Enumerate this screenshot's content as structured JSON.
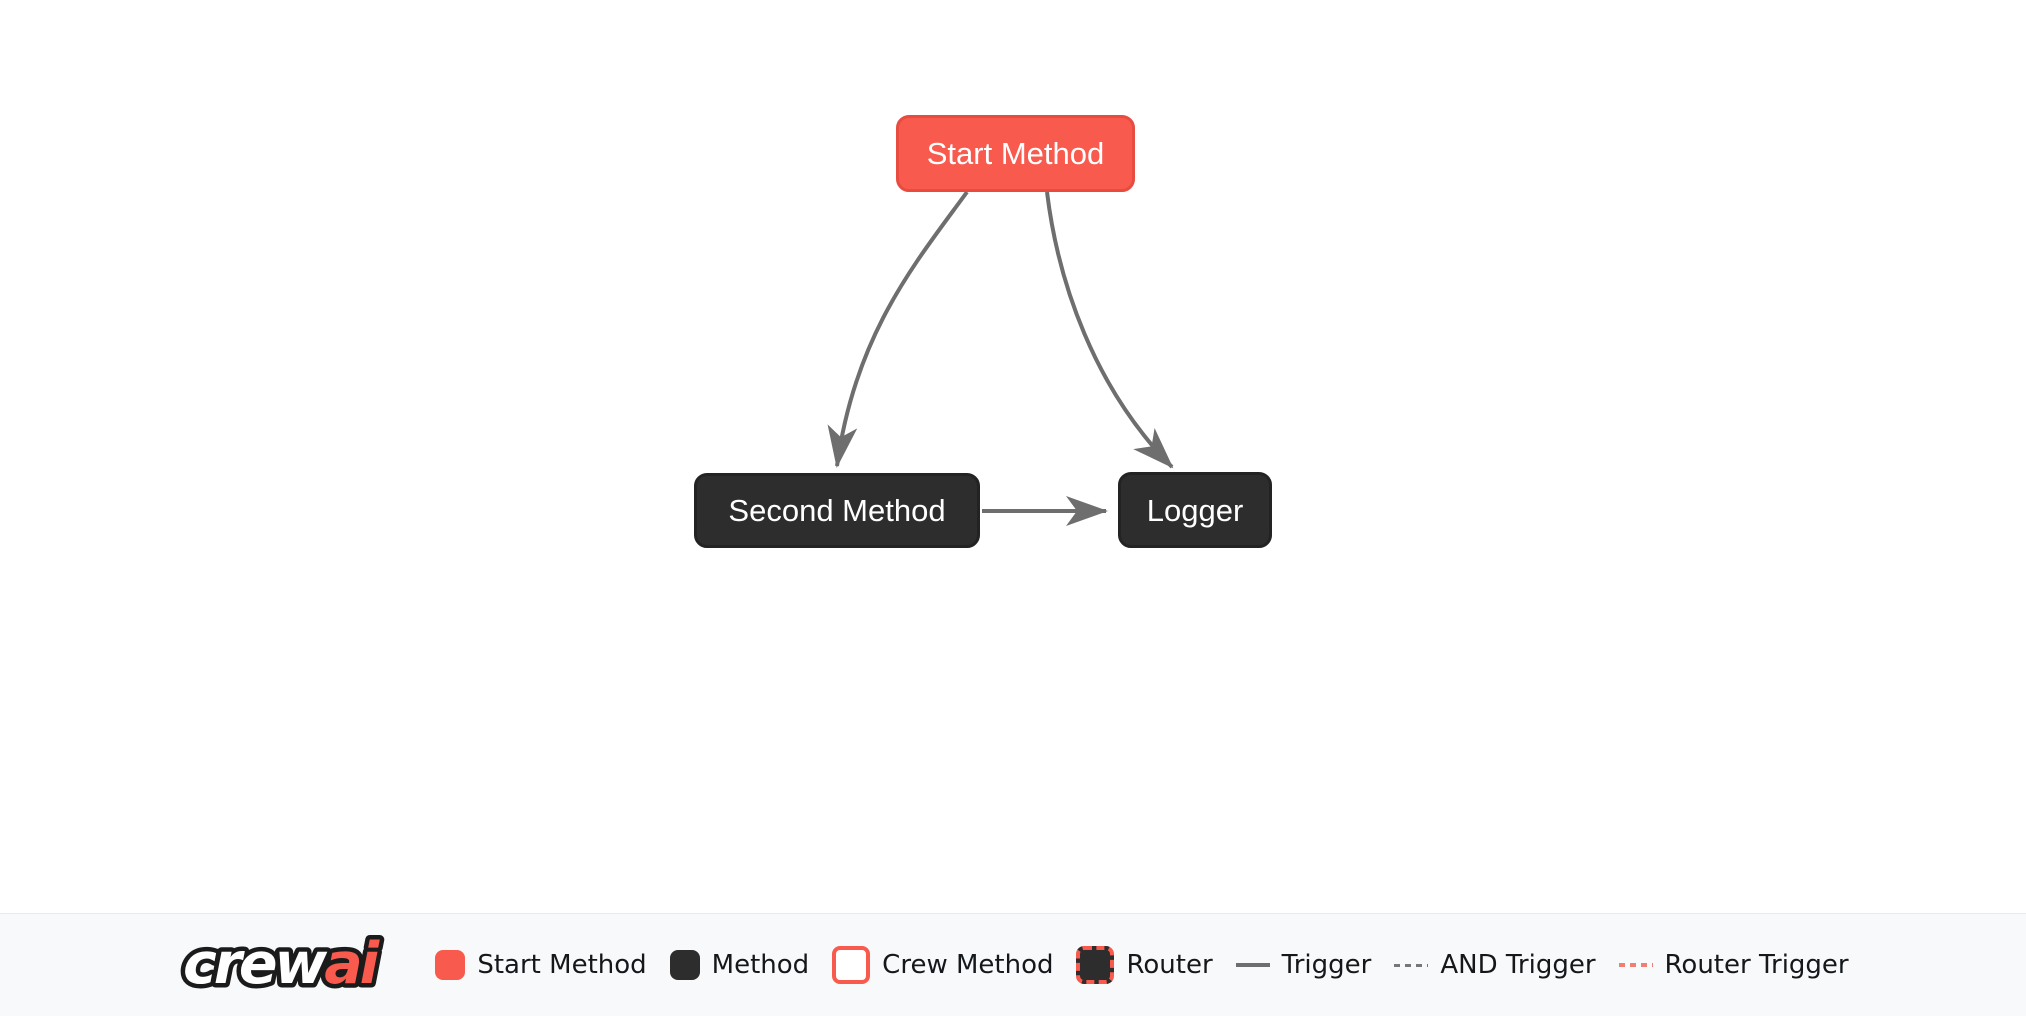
{
  "diagram": {
    "nodes": [
      {
        "id": "start_method",
        "label": "Start Method",
        "type": "start-method"
      },
      {
        "id": "second_method",
        "label": "Second Method",
        "type": "method"
      },
      {
        "id": "logger",
        "label": "Logger",
        "type": "method"
      }
    ],
    "edges": [
      {
        "from": "Start Method",
        "to": "Second Method",
        "type": "trigger"
      },
      {
        "from": "Start Method",
        "to": "Logger",
        "type": "trigger"
      },
      {
        "from": "Second Method",
        "to": "Logger",
        "type": "trigger"
      }
    ]
  },
  "legend": {
    "logo": {
      "text_crew": "crew",
      "text_ai": "ai"
    },
    "items": [
      {
        "label": "Start Method",
        "swatch": "start"
      },
      {
        "label": "Method",
        "swatch": "method"
      },
      {
        "label": "Crew Method",
        "swatch": "crew"
      },
      {
        "label": "Router",
        "swatch": "router"
      },
      {
        "label": "Trigger",
        "swatch": "line-solid"
      },
      {
        "label": "AND Trigger",
        "swatch": "line-dashed"
      },
      {
        "label": "Router Trigger",
        "swatch": "line-dashed-red"
      }
    ]
  },
  "colors": {
    "accent": "#F95A4E",
    "node_dark": "#2D2D2D",
    "edge": "#6E6E6E",
    "router_trigger": "#F07E72",
    "legend_bg": "#F8F9FA",
    "background": "#FFFFFF",
    "text": "#15181B"
  }
}
